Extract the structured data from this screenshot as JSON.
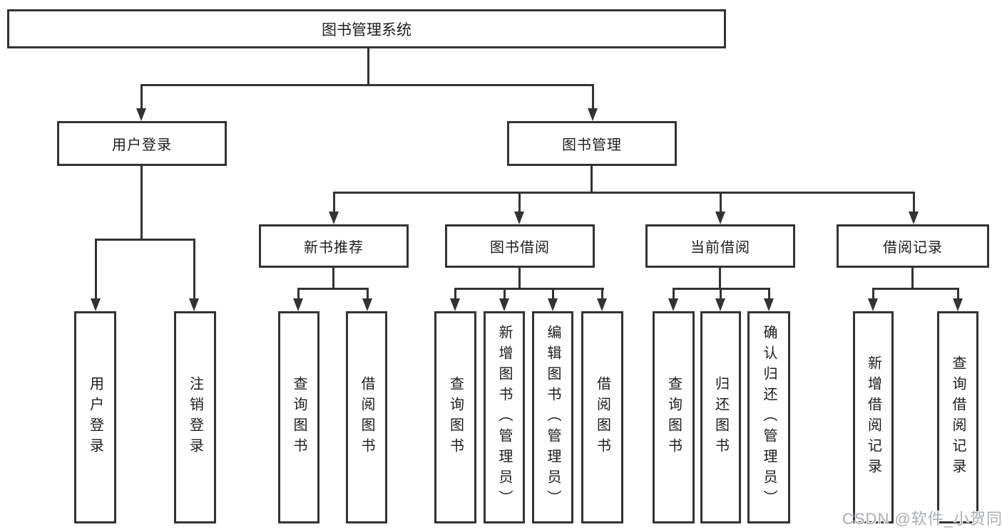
{
  "diagram": {
    "root": {
      "label": "图书管理系统"
    },
    "level2": {
      "user_login": {
        "label": "用户登录"
      },
      "book_mgmt": {
        "label": "图书管理"
      }
    },
    "level3": {
      "new_book_rec": {
        "label": "新书推荐"
      },
      "book_borrow": {
        "label": "图书借阅"
      },
      "current_borrow": {
        "label": "当前借阅"
      },
      "borrow_record": {
        "label": "借阅记录"
      }
    },
    "leaves": {
      "user_login": [
        "用户登录",
        "注销登录"
      ],
      "new_book_rec": [
        "查询图书",
        "借阅图书"
      ],
      "book_borrow": [
        "查询图书",
        "新增图书（管理员）",
        "编辑图书（管理员）",
        "借阅图书"
      ],
      "current_borrow": [
        "查询图书",
        "归还图书",
        "确认归还（管理员）"
      ],
      "borrow_record": [
        "新增借阅记录",
        "查询借阅记录"
      ]
    }
  },
  "watermark": {
    "text": "CSDN @软件_小贺同学"
  },
  "colors": {
    "line": "#333333",
    "border": "#333333",
    "text": "#1c1c1c",
    "background": "#ffffff",
    "watermark": "#a9adb2"
  }
}
